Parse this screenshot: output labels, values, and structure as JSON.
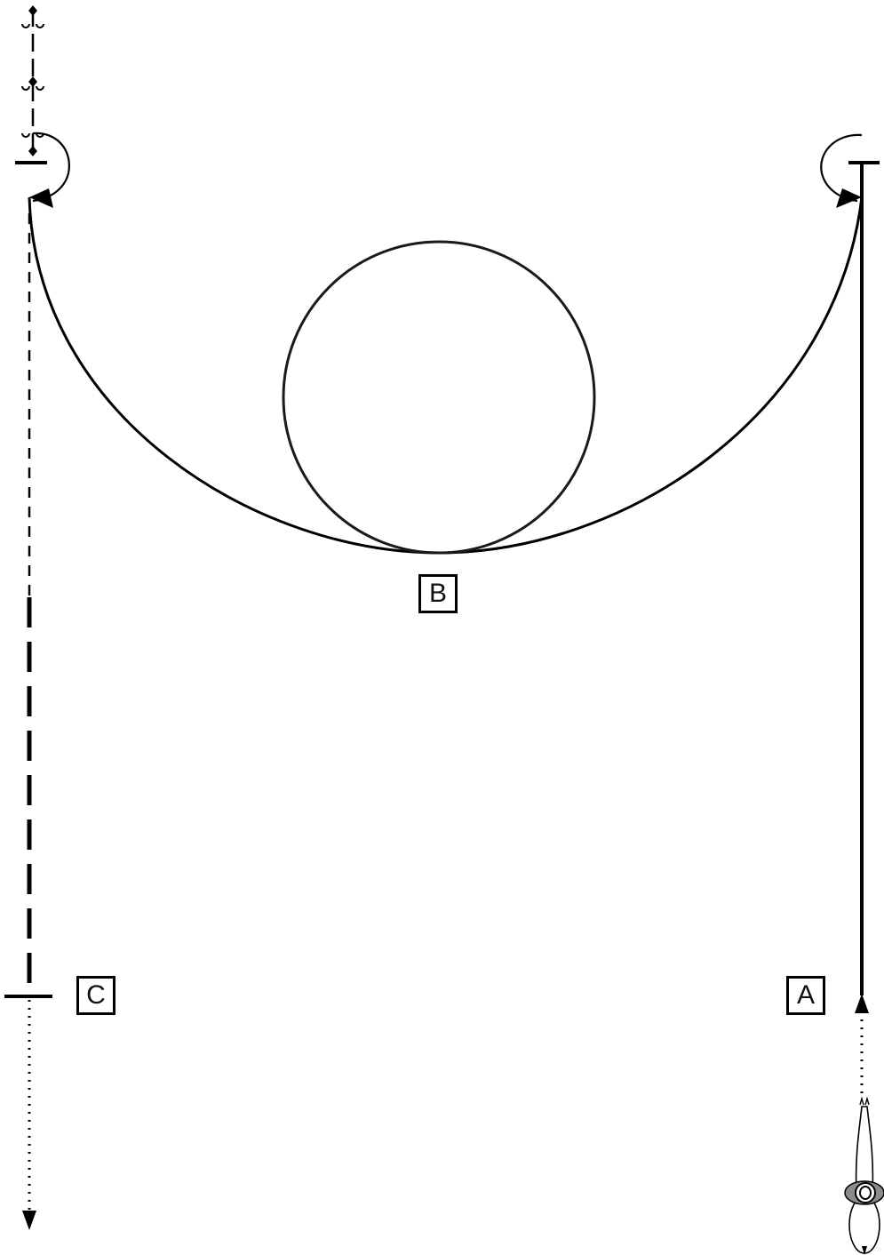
{
  "markers": {
    "a": "A",
    "b": "B",
    "c": "C"
  },
  "colors": {
    "line": "#000000",
    "circle": "#1a1a1a",
    "horse_gray": "#8c8c8c",
    "background": "#ffffff"
  },
  "icons": {
    "horse": "horse-top-view-icon",
    "hoofprints": "hoofprint-icon"
  }
}
